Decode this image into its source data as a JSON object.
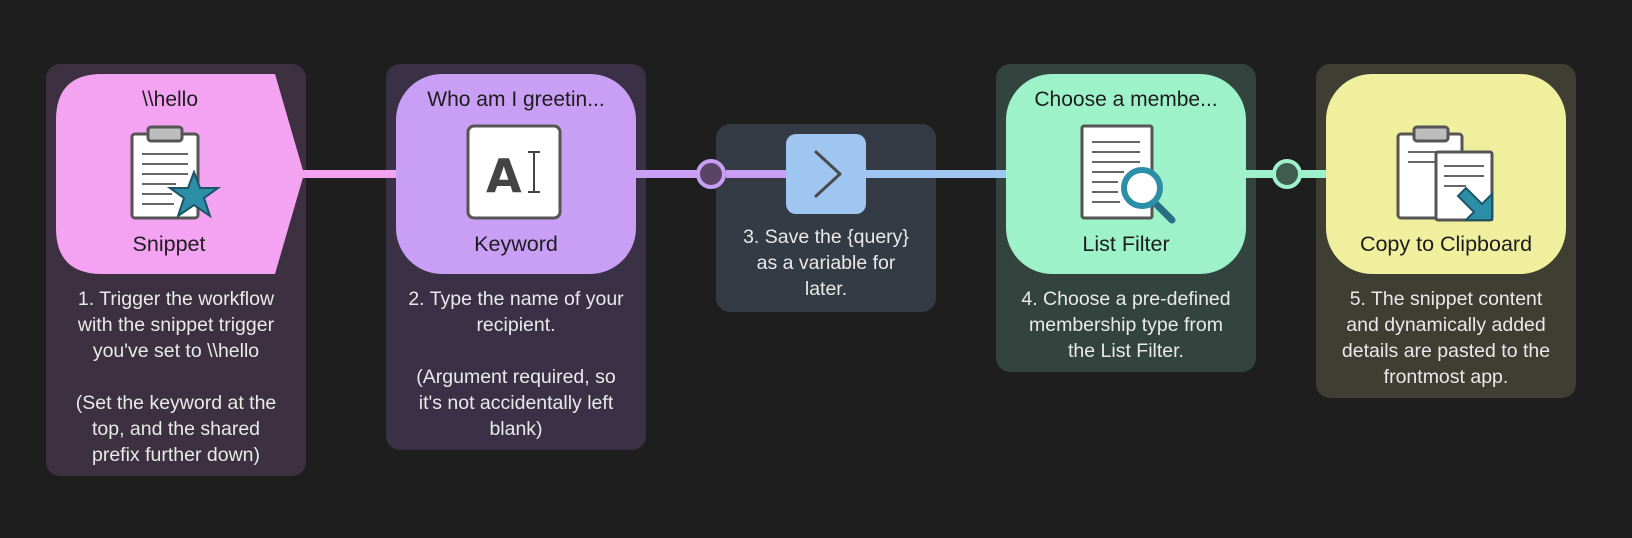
{
  "workflow": {
    "nodes": {
      "snippet": {
        "title": "\\\\hello",
        "label": "Snippet",
        "icon": "clipboard-star-icon",
        "color": "#f4a3f2"
      },
      "keyword": {
        "title": "Who am I greetin...",
        "label": "Keyword",
        "icon": "text-cursor-icon",
        "color": "#c89ff4"
      },
      "arg_var": {
        "icon": "chevron-right-icon",
        "color": "#9fc6f0"
      },
      "list_filter": {
        "title": "Choose a membe...",
        "label": "List Filter",
        "icon": "document-magnifier-icon",
        "color": "#9ef2c9"
      },
      "clipboard": {
        "label": "Copy to Clipboard",
        "icon": "clipboard-copy-icon",
        "color": "#f0ef9d"
      }
    },
    "notes": {
      "note1": "1. Trigger the workflow\nwith the snippet trigger\nyou've set to \\\\hello\n\n(Set the keyword at the\ntop, and the shared\nprefix further down)",
      "note2": "2. Type the name of your\nrecipient.\n\n(Argument required, so\nit's not accidentally left\nblank)",
      "note3": "3. Save the {query}\nas a variable for\nlater.",
      "note4": "4. Choose a pre-defined\nmembership type from\nthe List Filter.",
      "note5": "5. The snippet content\nand dynamically added\ndetails are pasted to the\nfrontmost app."
    },
    "colors": {
      "background": "#1e1e1e",
      "note1_bg": "#3d3141",
      "note2_bg": "#3a3146",
      "note3_bg": "#343b45",
      "note4_bg": "#33433d",
      "note5_bg": "#3e3e33"
    }
  }
}
